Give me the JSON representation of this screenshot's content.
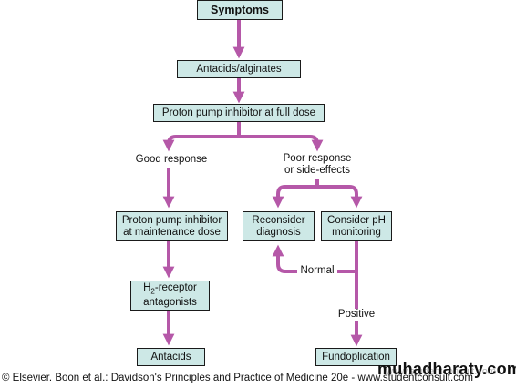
{
  "flowchart": {
    "nodes": {
      "symptoms": "Symptoms",
      "antacids_alginates": "Antacids/alginates",
      "ppi_full_dose": "Proton pump inhibitor at full dose",
      "ppi_maintenance_line1": "Proton pump inhibitor",
      "ppi_maintenance_line2": "at maintenance dose",
      "reconsider_line1": "Reconsider",
      "reconsider_line2": "diagnosis",
      "ph_monitoring_line1": "Consider pH",
      "ph_monitoring_line2": "monitoring",
      "h2_prefix": "H",
      "h2_subscript": "2",
      "h2_suffix": "-receptor",
      "h2_line2": "antagonists",
      "antacids": "Antacids",
      "fundoplication": "Fundoplication"
    },
    "edge_labels": {
      "good_response": "Good response",
      "poor_response_line1": "Poor response",
      "poor_response_line2": "or side-effects",
      "normal": "Normal",
      "positive": "Positive"
    },
    "colors": {
      "arrow": "#b558a8",
      "box_fill": "#cde8e6",
      "box_border": "#1a1a1a"
    }
  },
  "footer": {
    "copyright": "© Elsevier. Boon et al.: Davidson's Principles and Practice of Medicine 20e - www.studentconsult.com",
    "watermark_text": "www.studentconsult.com",
    "logo": "muhadharaty.com"
  }
}
